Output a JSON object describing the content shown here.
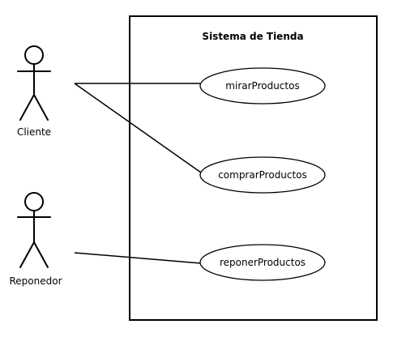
{
  "system": {
    "title": "Sistema de Tienda"
  },
  "actors": [
    {
      "id": "cliente",
      "label": "Cliente"
    },
    {
      "id": "reponedor",
      "label": "Reponedor"
    }
  ],
  "use_cases": [
    {
      "id": "mirar",
      "label": "mirarProductos"
    },
    {
      "id": "comprar",
      "label": "comprarProductos"
    },
    {
      "id": "reponer",
      "label": "reponerProductos"
    }
  ],
  "associations": [
    {
      "from": "cliente",
      "to": "mirar"
    },
    {
      "from": "cliente",
      "to": "comprar"
    },
    {
      "from": "reponedor",
      "to": "reponer"
    }
  ],
  "colors": {
    "stroke": "#000000",
    "background": "#ffffff"
  }
}
